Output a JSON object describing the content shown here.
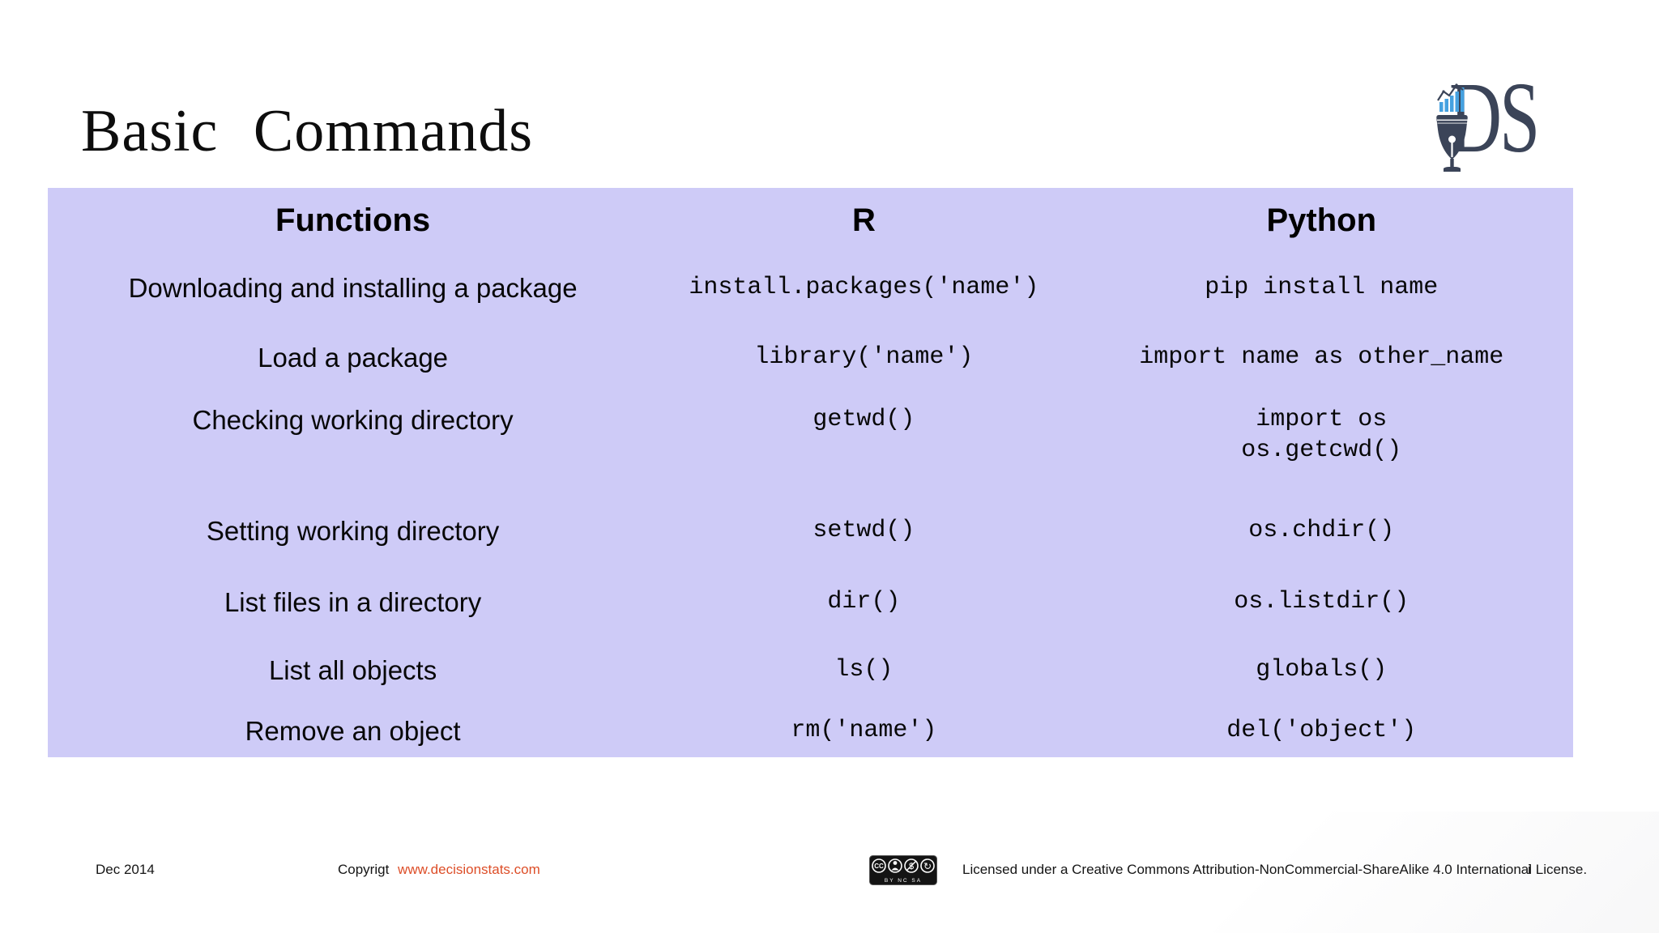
{
  "page": {
    "title": "Basic Commands"
  },
  "logo": {
    "text": "DS",
    "description": "DecisionStats pen-and-chart logo"
  },
  "table": {
    "headers": [
      "Functions",
      "R",
      "Python"
    ],
    "rows": [
      {
        "function": "Downloading and installing a package",
        "r": "install.packages('name')",
        "python": "pip install name"
      },
      {
        "function": "Load a package",
        "r": "library('name')",
        "python": "import name as other_name"
      },
      {
        "function": "Checking working directory",
        "r": "getwd()",
        "python": "import os\nos.getcwd()"
      },
      {
        "function": "Setting working directory",
        "r": "setwd()",
        "python": "os.chdir()"
      },
      {
        "function": "List files in a directory",
        "r": "dir()",
        "python": "os.listdir()"
      },
      {
        "function": "List all objects",
        "r": "ls()",
        "python": "globals()"
      },
      {
        "function": "Remove an object",
        "r": "rm('name')",
        "python": "del('object')"
      }
    ]
  },
  "footer": {
    "date": "Dec 2014",
    "copyright_label": "Copyrigt",
    "copyright_link": "www.decisionstats.com",
    "license_text": "Licensed under a Creative Commons Attribution-NonCommercial-ShareAlike 4.0 International License.",
    "page_marker": "i",
    "cc_badge": {
      "cc": "CC",
      "nc": "$",
      "sa": "↻",
      "labels": "BY   NC   SA"
    }
  },
  "colors": {
    "table_bg": "#cecbf7",
    "link": "#dd4e28",
    "logo_dark": "#3b4458",
    "chart_blue": "#45a1e0"
  }
}
